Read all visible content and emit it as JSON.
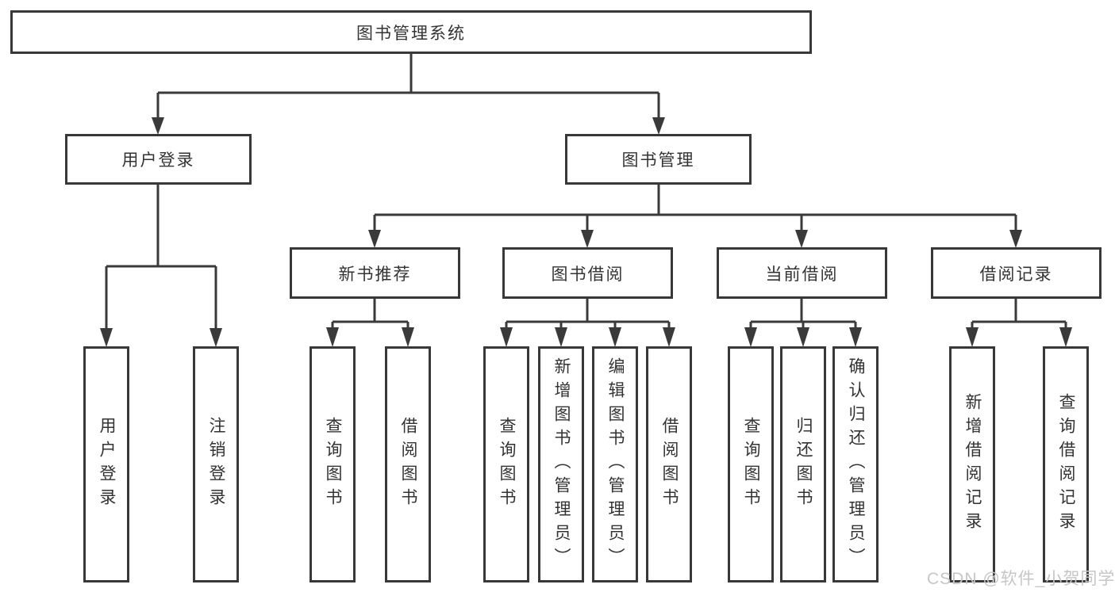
{
  "diagram": {
    "title": "图书管理系统",
    "root": {
      "label": "图书管理系统"
    },
    "branches": [
      {
        "label": "用户登录",
        "children": [
          {
            "label": "用户登录"
          },
          {
            "label": "注销登录"
          }
        ]
      },
      {
        "label": "图书管理",
        "children": [
          {
            "label": "新书推荐",
            "children": [
              {
                "label": "查询图书"
              },
              {
                "label": "借阅图书"
              }
            ]
          },
          {
            "label": "图书借阅",
            "children": [
              {
                "label": "查询图书"
              },
              {
                "label": "新增图书（管理员）"
              },
              {
                "label": "编辑图书（管理员）"
              },
              {
                "label": "借阅图书"
              }
            ]
          },
          {
            "label": "当前借阅",
            "children": [
              {
                "label": "查询图书"
              },
              {
                "label": "归还图书"
              },
              {
                "label": "确认归还（管理员）"
              }
            ]
          },
          {
            "label": "借阅记录",
            "children": [
              {
                "label": "新增借阅记录"
              },
              {
                "label": "查询借阅记录"
              }
            ]
          }
        ]
      }
    ]
  },
  "watermark": {
    "text": "CSDN @软件_小贺同学"
  },
  "colors": {
    "line": "#3a3a3a",
    "box_border": "#383838",
    "text": "#333333",
    "watermark": "#c6c6c6",
    "background": "#ffffff"
  }
}
